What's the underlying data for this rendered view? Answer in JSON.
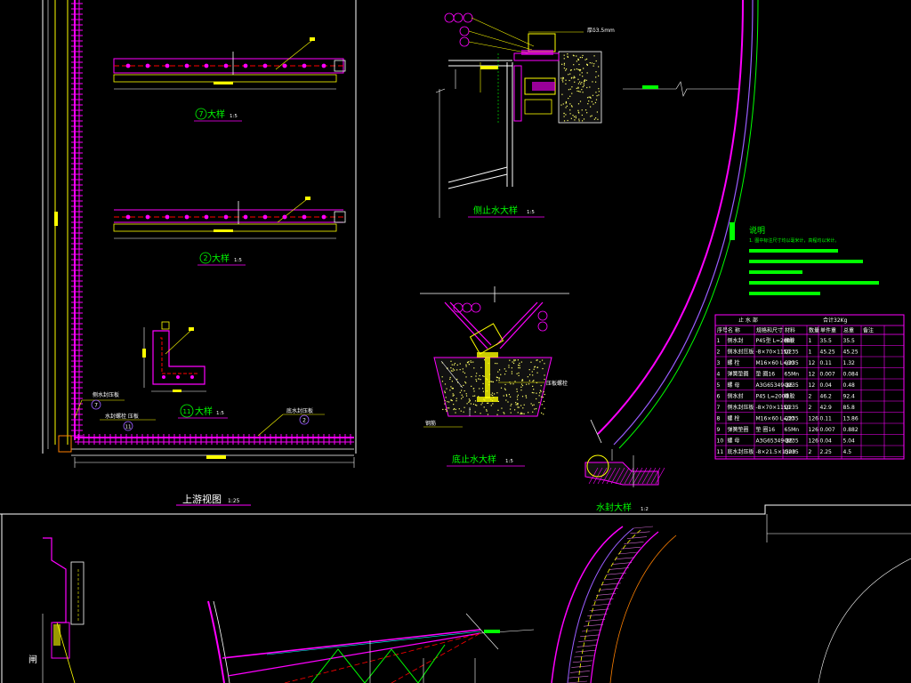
{
  "colors": {
    "bg": "#000000",
    "magenta": "#ff00ff",
    "yellow": "#ffff00",
    "white": "#ffffff",
    "green": "#00ff00",
    "red": "#ff0000",
    "cyan": "#00ffff",
    "purple": "#9a5cff",
    "orange": "#ff8000"
  },
  "labels": {
    "detail7": "大样",
    "detail7_num": "7",
    "detail7_scale": "1:5",
    "detail2": "大样",
    "detail2_num": "2",
    "detail2_scale": "1:5",
    "detail11": "大样",
    "detail11_num": "11",
    "detail11_scale": "1:5",
    "upstream_view": "上游视图",
    "upstream_scale": "1:25",
    "side_seal": "侧止水大样",
    "side_seal_scale": "1:5",
    "bottom_seal": "底止水大样",
    "bottom_seal_scale": "1:5",
    "seal_detail": "水封大样",
    "seal_detail_scale": "1:2",
    "notes_title": "说明",
    "notes_line1": "1. 图中标注尺寸均以毫米计，高程均以米计。",
    "side_callout_7": "7",
    "side_callout_2": "2",
    "side_callout_11": "11",
    "leader_side_seal": "侧水封压板",
    "leader_seal_screw": "水封螺栓 压板",
    "leader_bottom_seal": "底水封压板",
    "thk_note": "厚δ3.5mm",
    "bottom_plate": "压板螺栓",
    "bottom_anchor": "钢筋",
    "gate_label": "闸"
  },
  "table": {
    "title_left": "止 水 部",
    "title_right": "合计32Kg",
    "headers": [
      "序号",
      "名 称",
      "规格和尺寸",
      "材料",
      "数量",
      "单件重",
      "总重",
      "备注"
    ],
    "rows": [
      [
        "1",
        "侧水封",
        "P45型 L=2000",
        "橡胶",
        "1",
        "35.5",
        "35.5",
        ""
      ],
      [
        "2",
        "侧水封压板",
        "-8×70×1150",
        "Q235",
        "1",
        "45.25",
        "45.25",
        ""
      ],
      [
        "3",
        "螺 栓",
        "M16×60 L=30",
        "Q235",
        "12",
        "0.11",
        "1.32",
        ""
      ],
      [
        "4",
        "弹簧垫圈",
        "垫 圈16",
        "65Mn",
        "12",
        "0.007",
        "0.084",
        ""
      ],
      [
        "5",
        "螺 母",
        "A3G65349-86",
        "Q235",
        "12",
        "0.04",
        "0.48",
        ""
      ],
      [
        "6",
        "侧水封",
        "P45 L=2000",
        "橡胶",
        "2",
        "46.2",
        "92.4",
        ""
      ],
      [
        "7",
        "侧水封压板",
        "-8×70×1150",
        "Q235",
        "2",
        "42.9",
        "85.8",
        ""
      ],
      [
        "8",
        "螺 栓",
        "M16×60 L=30",
        "Q235",
        "126",
        "0.11",
        "13.86",
        ""
      ],
      [
        "9",
        "弹簧垫圈",
        "垫 圈16",
        "65Mn",
        "126",
        "0.007",
        "0.882",
        ""
      ],
      [
        "10",
        "螺 母",
        "A3G65349-86",
        "Q235",
        "126",
        "0.04",
        "5.04",
        ""
      ],
      [
        "11",
        "底水封压板",
        "-8×21.5×1500",
        "Q235",
        "2",
        "2.25",
        "4.5",
        ""
      ]
    ]
  }
}
